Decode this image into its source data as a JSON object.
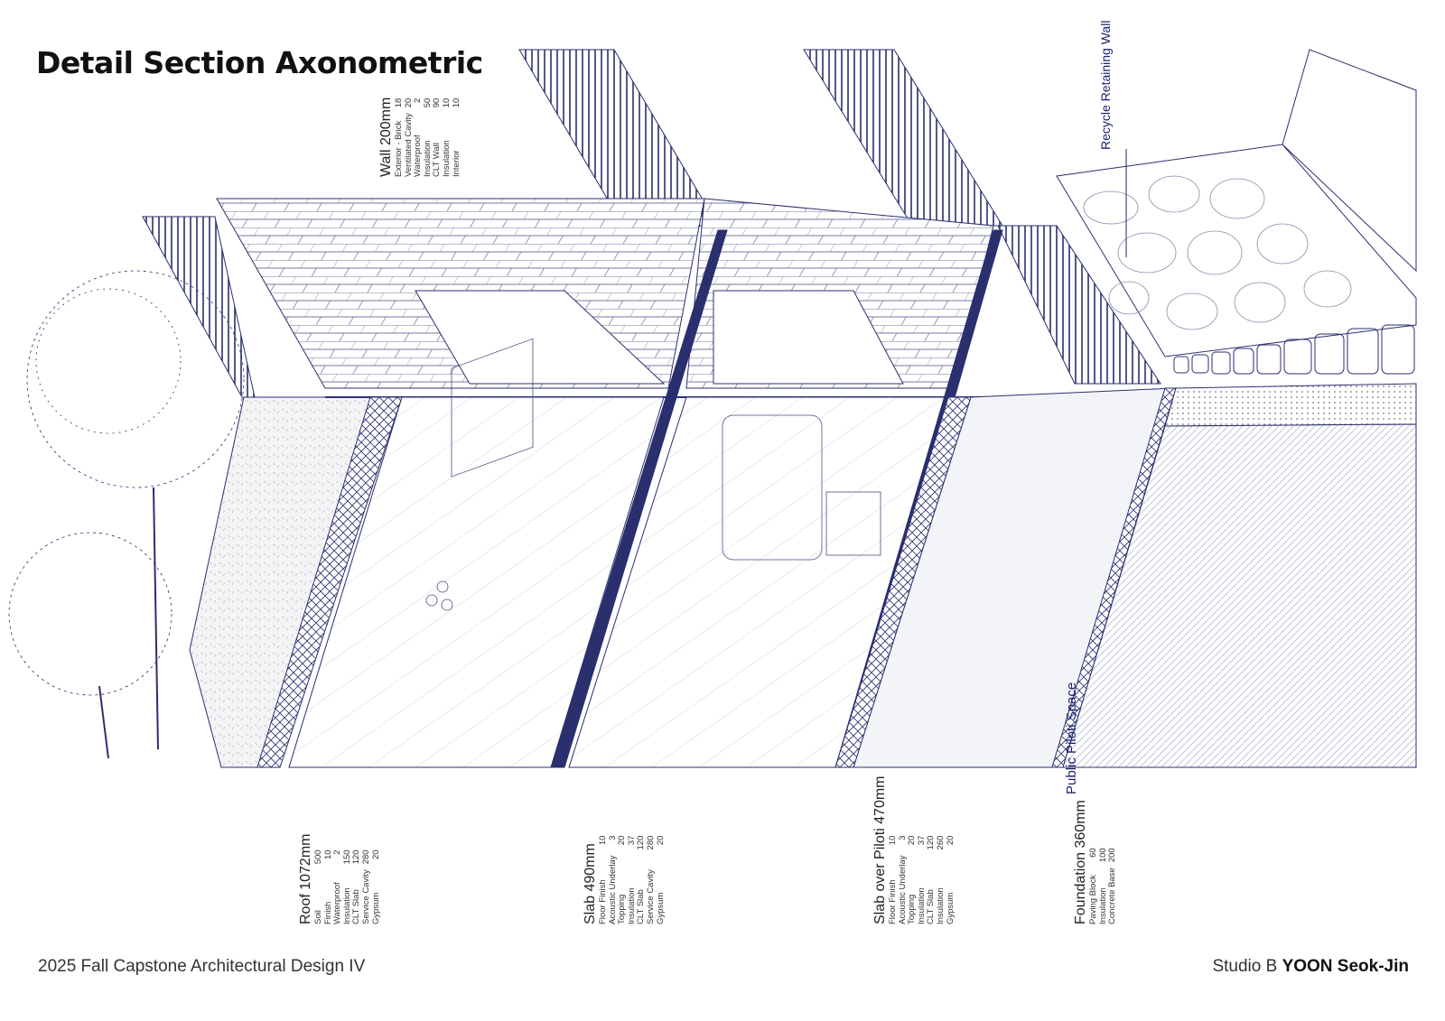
{
  "title": "Detail Section Axonometric",
  "labels": {
    "public_piloti": "Public Piloti Space",
    "retaining_wall": "Recycle Retaining Wall"
  },
  "assemblies": {
    "wall": {
      "title": "Wall 200mm",
      "layers": [
        {
          "name": "Exterior - Brick",
          "value": "18"
        },
        {
          "name": "Ventilated Cavity",
          "value": "20"
        },
        {
          "name": "Waterproof",
          "value": "2"
        },
        {
          "name": "Insulation",
          "value": "50"
        },
        {
          "name": "CLT Wall",
          "value": "90"
        },
        {
          "name": "Insulation",
          "value": "10"
        },
        {
          "name": "Interior",
          "value": "10"
        }
      ]
    },
    "roof": {
      "title": "Roof 1072mm",
      "layers": [
        {
          "name": "Soil",
          "value": "500"
        },
        {
          "name": "Finish",
          "value": "10"
        },
        {
          "name": "Waterproof",
          "value": "2"
        },
        {
          "name": "Insulation",
          "value": "150"
        },
        {
          "name": "CLT Slab",
          "value": "120"
        },
        {
          "name": "Service Cavity",
          "value": "280"
        },
        {
          "name": "Gypsum",
          "value": "20"
        }
      ]
    },
    "slab": {
      "title": "Slab 490mm",
      "layers": [
        {
          "name": "Floor Finish",
          "value": "10"
        },
        {
          "name": "Acoustic Underlay",
          "value": "3"
        },
        {
          "name": "Topping",
          "value": "20"
        },
        {
          "name": "Insulation",
          "value": "37"
        },
        {
          "name": "CLT Slab",
          "value": "120"
        },
        {
          "name": "Service Cavity",
          "value": "280"
        },
        {
          "name": "Gypsum",
          "value": "20"
        }
      ]
    },
    "piloti": {
      "title": "Slab over Piloti 470mm",
      "layers": [
        {
          "name": "Floor Finish",
          "value": "10"
        },
        {
          "name": "Acoustic Underlay",
          "value": "3"
        },
        {
          "name": "Topping",
          "value": "20"
        },
        {
          "name": "Insulation",
          "value": "37"
        },
        {
          "name": "CLT Slab",
          "value": "120"
        },
        {
          "name": "Insulation",
          "value": "260"
        },
        {
          "name": "Gypsum",
          "value": "20"
        }
      ]
    },
    "foundation": {
      "title": "Foundation 360mm",
      "layers": [
        {
          "name": "Paving Block",
          "value": "60"
        },
        {
          "name": "Insulation",
          "value": "100"
        },
        {
          "name": "Concrete Base",
          "value": "200"
        }
      ]
    }
  },
  "footer": {
    "left": "2025 Fall Capstone Architectural Design  IV",
    "studio": "Studio B",
    "author": "YOON Seok-Jin"
  },
  "colors": {
    "line": "#2a2f6e",
    "accent": "#1c2170"
  }
}
